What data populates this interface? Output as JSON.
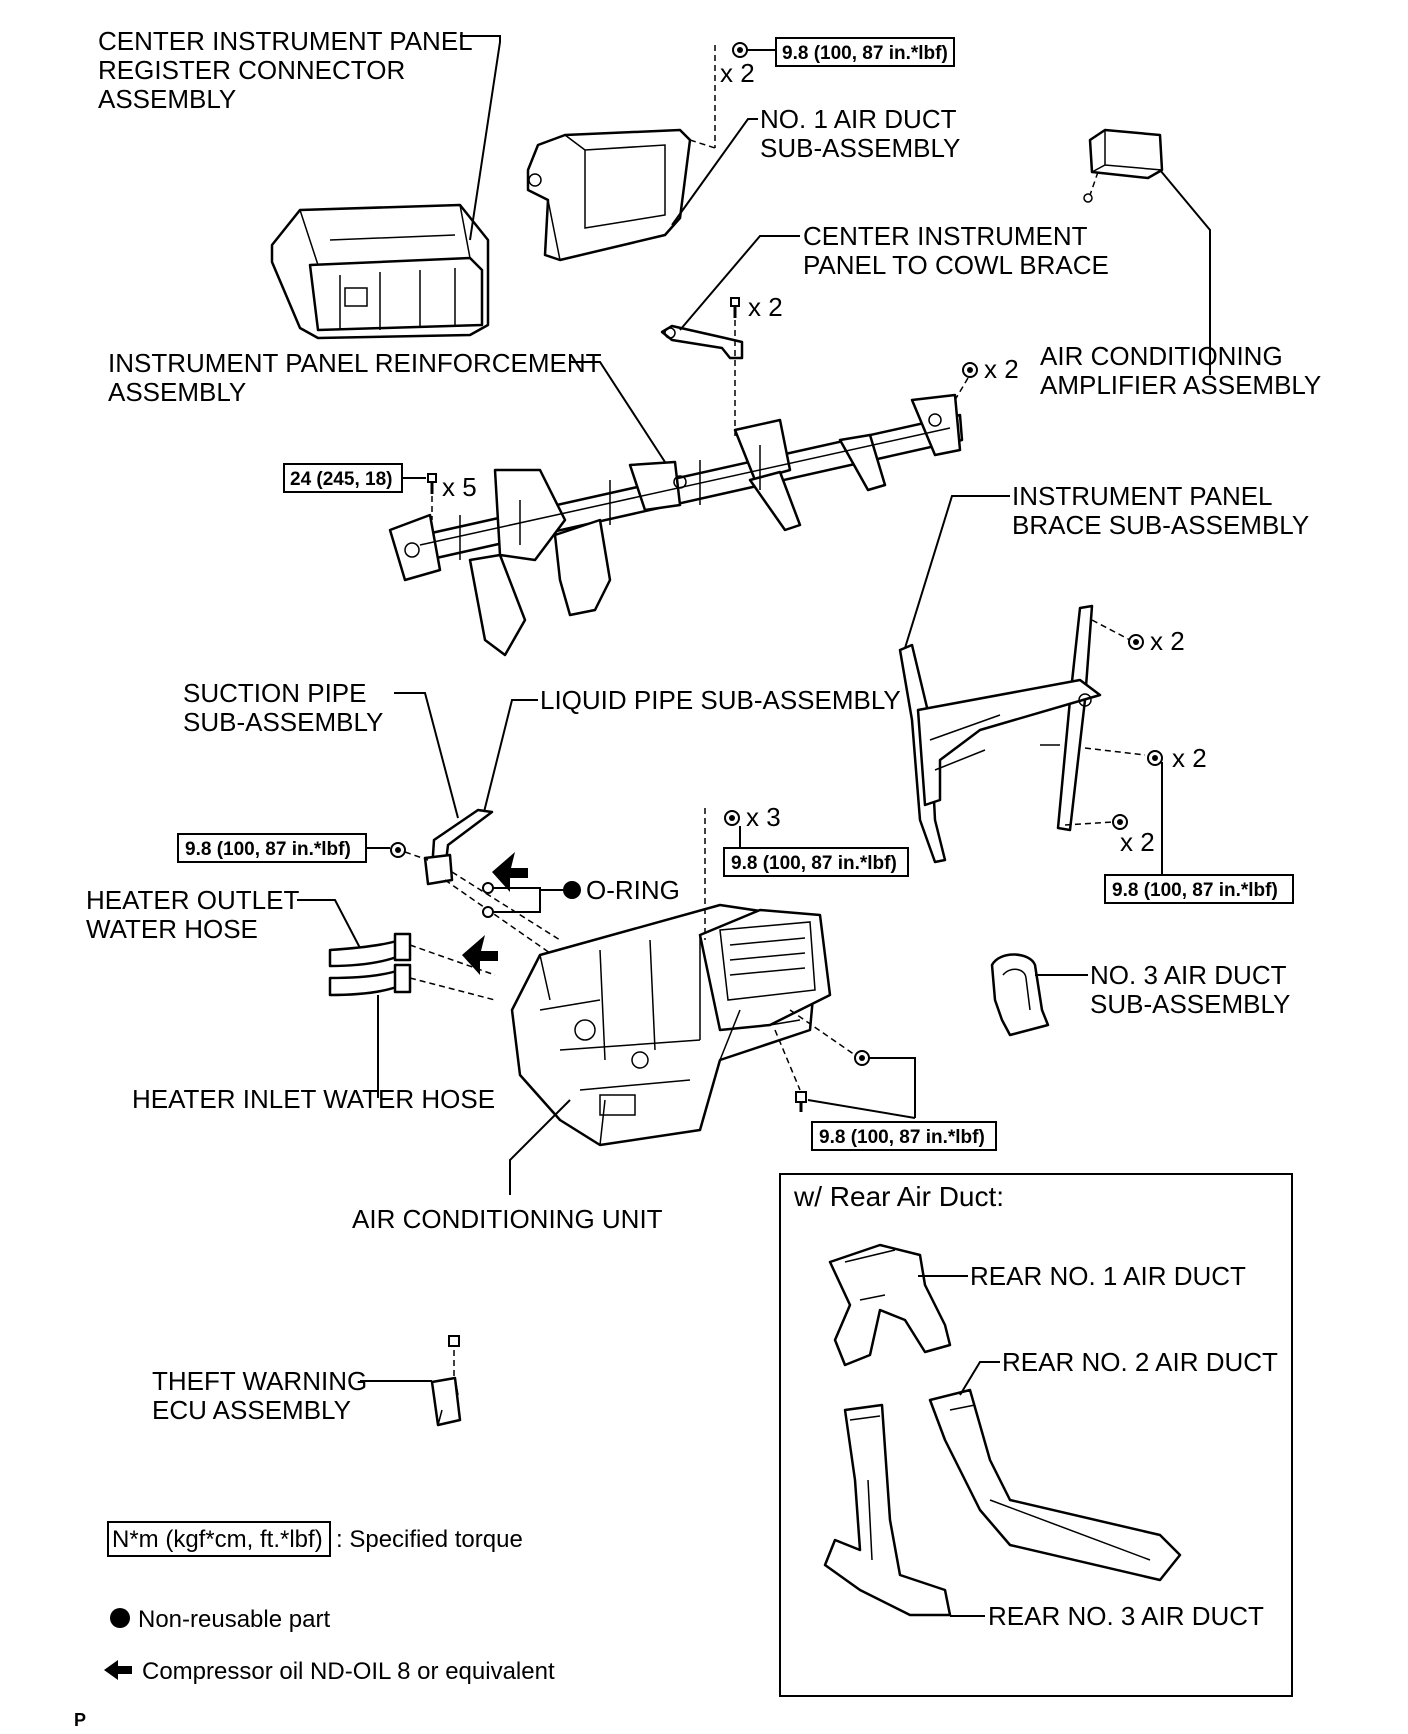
{
  "labels": {
    "center_register_1": "CENTER INSTRUMENT PANEL",
    "center_register_2": "REGISTER CONNECTOR",
    "center_register_3": "ASSEMBLY",
    "no1_air_duct_1": "NO. 1 AIR DUCT",
    "no1_air_duct_2": "SUB-ASSEMBLY",
    "cowl_brace_1": "CENTER INSTRUMENT",
    "cowl_brace_2": "PANEL TO COWL BRACE",
    "ac_amp_1": "AIR CONDITIONING",
    "ac_amp_2": "AMPLIFIER ASSEMBLY",
    "reinforcement_1": "INSTRUMENT PANEL REINFORCEMENT",
    "reinforcement_2": "ASSEMBLY",
    "ip_brace_1": "INSTRUMENT PANEL",
    "ip_brace_2": "BRACE SUB-ASSEMBLY",
    "suction_1": "SUCTION PIPE",
    "suction_2": "SUB-ASSEMBLY",
    "liquid_pipe": "LIQUID PIPE SUB-ASSEMBLY",
    "o_ring": "O-RING",
    "heater_outlet_1": "HEATER OUTLET",
    "heater_outlet_2": "WATER HOSE",
    "heater_inlet": "HEATER INLET WATER HOSE",
    "ac_unit": "AIR CONDITIONING UNIT",
    "no3_air_duct_1": "NO. 3 AIR DUCT",
    "no3_air_duct_2": "SUB-ASSEMBLY",
    "theft_1": "THEFT WARNING",
    "theft_2": "ECU ASSEMBLY",
    "rear_no1": "REAR NO. 1 AIR DUCT",
    "rear_no2": "REAR NO. 2 AIR DUCT",
    "rear_no3": "REAR NO. 3 AIR DUCT"
  },
  "rear_box_title": "w/ Rear Air Duct:",
  "torques": {
    "t1": "9.8 (100, 87 in.*lbf)",
    "t2": "24 (245, 18)",
    "t3": "9.8 (100, 87 in.*lbf)",
    "t4": "9.8 (100, 87 in.*lbf)",
    "t5": "9.8 (100, 87 in.*lbf)",
    "t6": "9.8 (100, 87 in.*lbf)"
  },
  "quantities": {
    "q1": "x 2",
    "q2": "x 2",
    "q3": "x 5",
    "q4": "x 2",
    "q5": "x 2",
    "q6": "x 2",
    "q7": "x 2",
    "q8": "x 3"
  },
  "legend": {
    "torque_box": "N*m (kgf*cm, ft.*lbf)",
    "torque_text": ": Specified torque",
    "non_reusable": "Non-reusable part",
    "compressor_oil": "Compressor oil ND-OIL 8 or equivalent"
  },
  "corner_mark": "P",
  "icons": [
    "filled-circle-icon",
    "arrow-left-icon",
    "bolt-icon",
    "nut-icon"
  ]
}
